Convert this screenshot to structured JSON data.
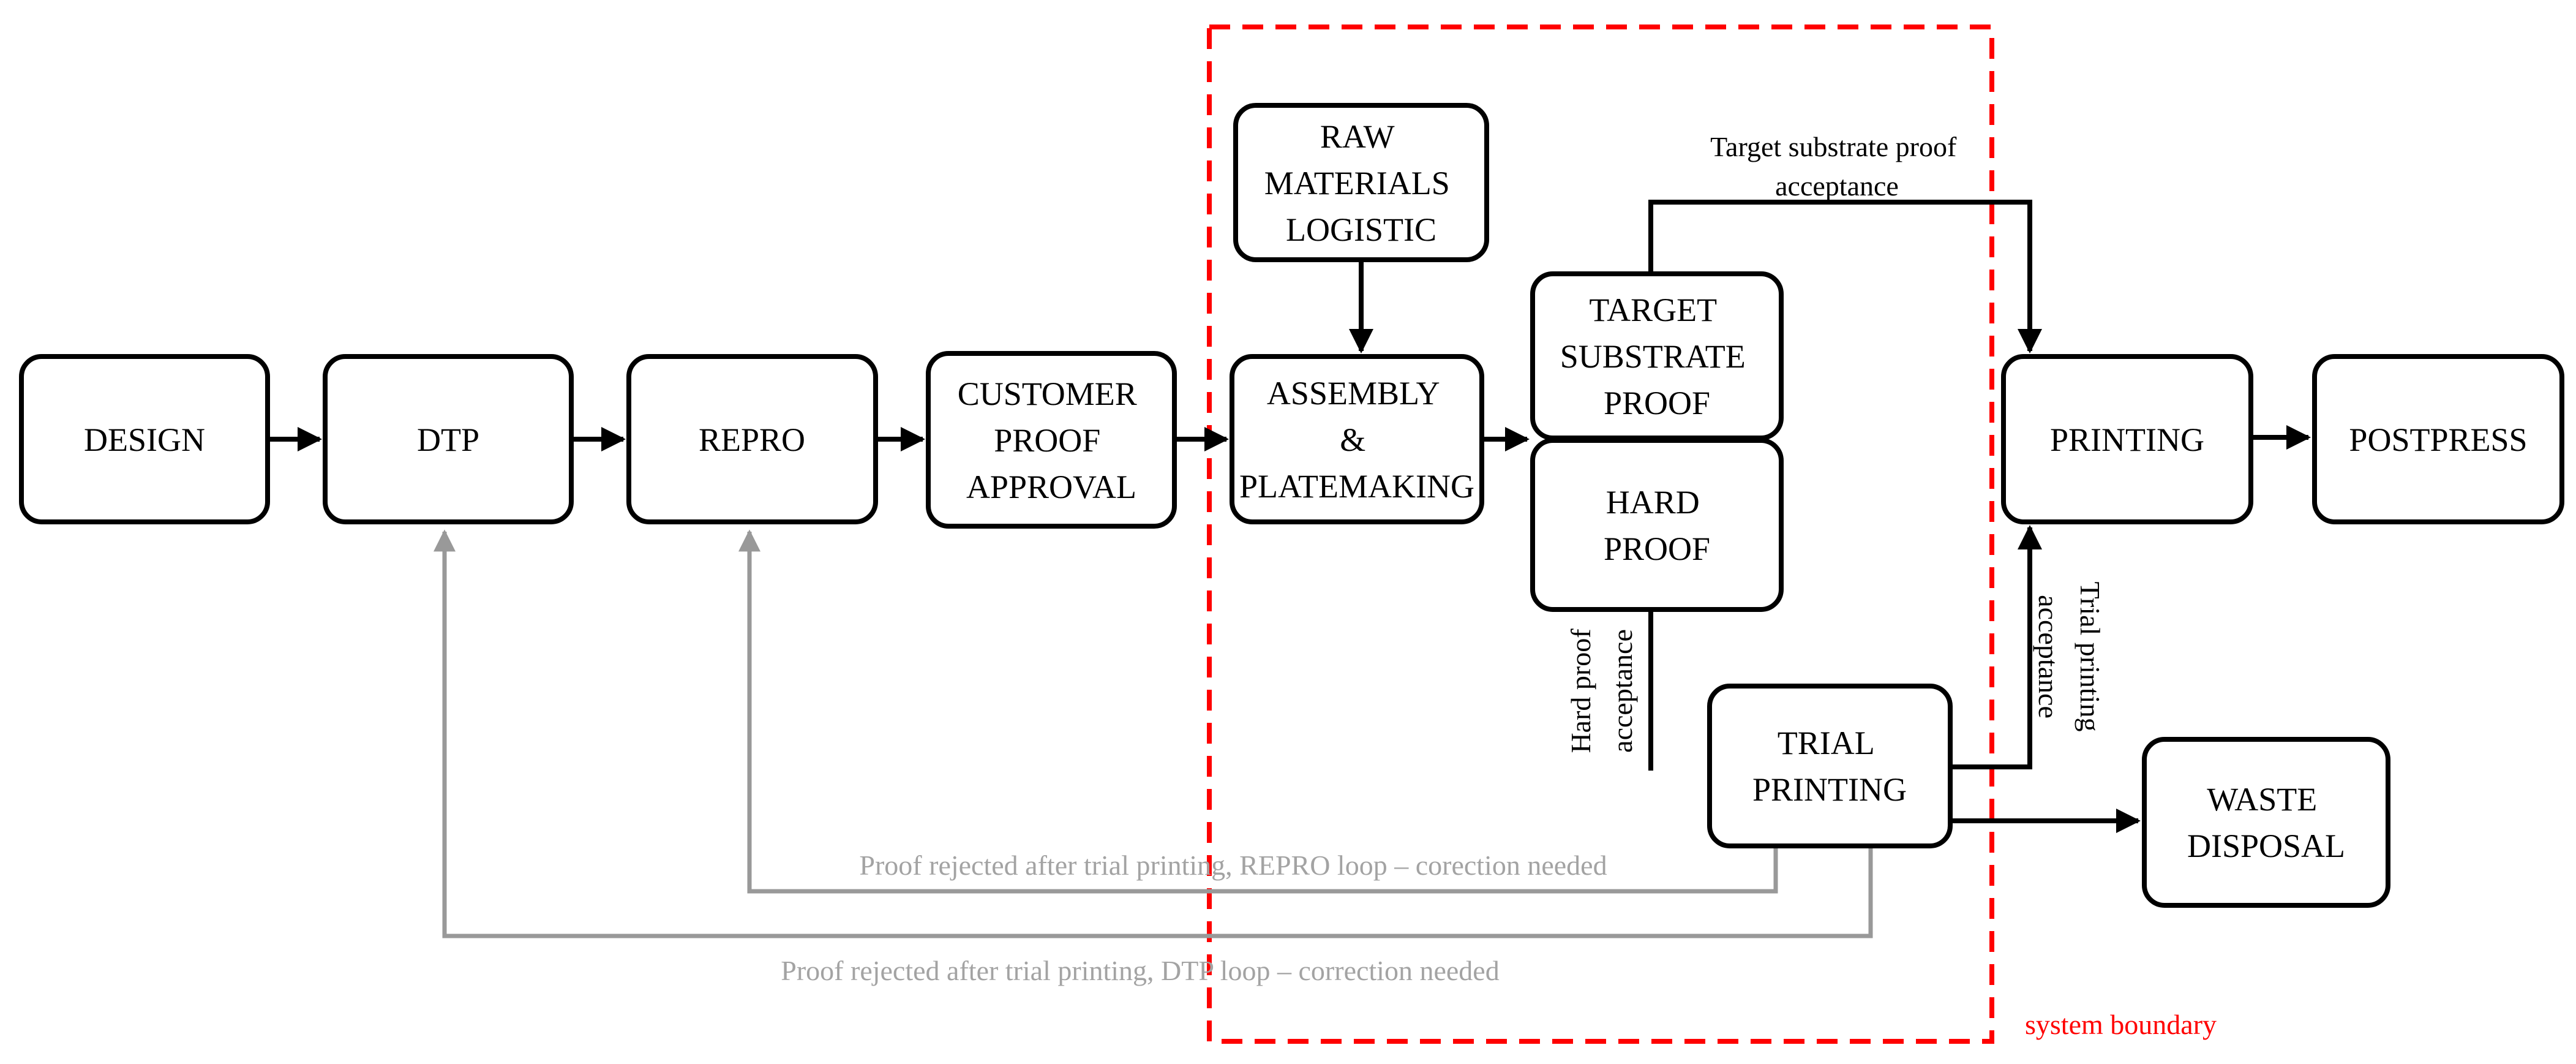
{
  "diagram": {
    "type": "process-flowchart",
    "boxes": {
      "design": {
        "lines": [
          "DESIGN"
        ]
      },
      "dtp": {
        "lines": [
          "DTP"
        ]
      },
      "repro": {
        "lines": [
          "REPRO"
        ]
      },
      "customer_proof_approval": {
        "lines": [
          "CUSTOMER",
          "PROOF",
          "APPROVAL"
        ]
      },
      "raw_materials_logistic": {
        "lines": [
          "RAW",
          "MATERIALS",
          "LOGISTIC"
        ]
      },
      "assembly_platemaking": {
        "lines": [
          "ASSEMBLY",
          "&",
          "PLATEMAKING"
        ]
      },
      "target_substrate_proof": {
        "lines": [
          "TARGET",
          "SUBSTRATE",
          "PROOF"
        ]
      },
      "hard_proof": {
        "lines": [
          "HARD",
          "PROOF"
        ]
      },
      "trial_printing": {
        "lines": [
          "TRIAL",
          "PRINTING"
        ]
      },
      "printing": {
        "lines": [
          "PRINTING"
        ]
      },
      "postpress": {
        "lines": [
          "POSTPRESS"
        ]
      },
      "waste_disposal": {
        "lines": [
          "WASTE",
          "DISPOSAL"
        ]
      }
    },
    "edge_labels": {
      "target_substrate_acceptance": {
        "lines": [
          "Target substrate proof",
          "acceptance"
        ]
      },
      "hard_proof_acceptance": {
        "lines": [
          "Hard proof",
          "acceptance"
        ]
      },
      "trial_printing_acceptance": {
        "lines": [
          "Trial printing",
          "acceptance"
        ]
      }
    },
    "feedback_labels": {
      "repro_loop": "Proof rejected after trial printing, REPRO loop – corection needed",
      "dtp_loop": "Proof rejected after trial printing, DTP loop – correction needed"
    },
    "boundary_label": "system boundary",
    "colors": {
      "flow_line": "#000000",
      "box_border": "#000000",
      "feedback_line": "#999999",
      "feedback_text": "#a3a3a3",
      "boundary": "#ff0000",
      "background": "#ffffff"
    }
  }
}
